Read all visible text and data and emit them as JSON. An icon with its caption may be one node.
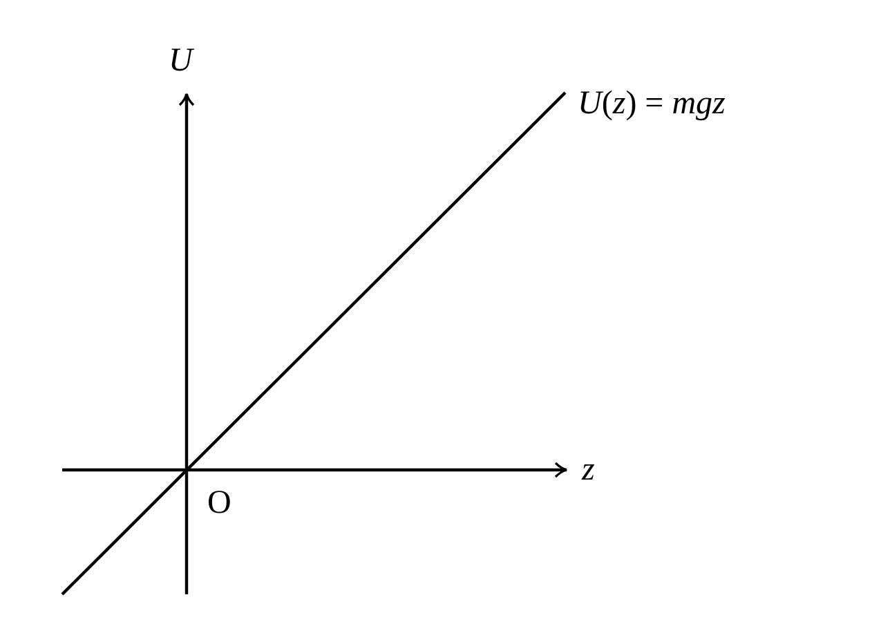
{
  "diagram": {
    "labels": [
      "U",
      "*U*(*z*) = *mgz*",
      "z",
      "O"
    ]
  }
}
